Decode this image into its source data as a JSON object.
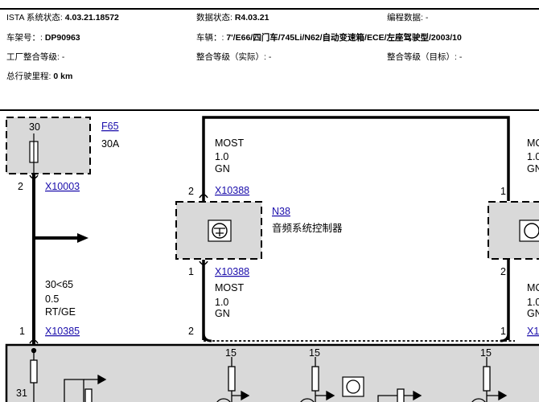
{
  "header": {
    "ista_label": "ISTA 系统状态:",
    "ista_value": "4.03.21.18572",
    "data_label": "数据状态:",
    "data_value": "R4.03.21",
    "prog_label": "编程数据: -",
    "chassis_label": "车架号：:",
    "chassis_value": "DP90963",
    "vehicle_label": "车辆：:",
    "vehicle_value": "7'/E66/四门车/745Li/N62/自动变速箱/ECE/左座驾驶型/2003/10",
    "factory_label": "工厂整合等级: -",
    "actual_label": "整合等级（实际）: -",
    "target_label": "整合等级（目标）: -",
    "mileage_label": "总行驶里程:",
    "mileage_value": "0 km"
  },
  "diagram": {
    "fuse": {
      "pin_top": "30",
      "ref": "F65",
      "rating": "30A",
      "pin_bottom": "2",
      "conn": "X10003"
    },
    "wire_power": {
      "terminal": "30<65",
      "gauge": "0.5",
      "color": "RT/GE",
      "pin": "1",
      "conn": "X10385"
    },
    "wire_most_top": {
      "name": "MOST",
      "gauge": "1.0",
      "color": "GN",
      "pin": "2",
      "conn": "X10388"
    },
    "module": {
      "ref": "N38",
      "name": "音频系统控制器",
      "pin_bottom": "1",
      "conn": "X10388"
    },
    "wire_most_bottom": {
      "name": "MOST",
      "gauge": "1.0",
      "color": "GN",
      "pin": "2"
    },
    "right_top": {
      "name": "MC",
      "gauge": "1.0",
      "color": "GN",
      "pin": "1"
    },
    "right_module_pin": "2",
    "right_bottom": {
      "name": "MC",
      "gauge": "1.0",
      "color": "GN",
      "pin": "1",
      "conn": "X1"
    },
    "bottom": {
      "pin_31": "31",
      "t15_a": "15",
      "t15_b": "15",
      "t15_c": "15"
    }
  }
}
